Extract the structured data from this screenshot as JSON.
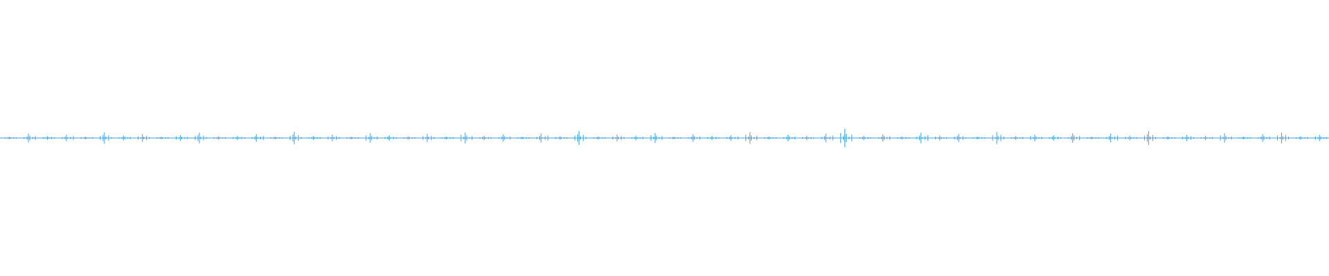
{
  "waveform": {
    "color": "#3aa0e8",
    "background": "#ffffff",
    "peaks": [
      0.1,
      0.45,
      0.2,
      0.35,
      0.15,
      0.6,
      0.25,
      0.4,
      0.12,
      0.3,
      0.55,
      0.18,
      0.22,
      0.4,
      0.15,
      0.65,
      0.2,
      0.35,
      0.12,
      0.5,
      0.28,
      0.18,
      0.42,
      0.16,
      0.58,
      0.22,
      0.38,
      0.14,
      0.48,
      0.2,
      0.7,
      0.18,
      0.36,
      0.25,
      0.52,
      0.15,
      0.4,
      0.22,
      0.3,
      0.6,
      0.16,
      0.34,
      0.2,
      0.46,
      0.95,
      0.22,
      0.38,
      0.18,
      0.55,
      0.26,
      0.42,
      0.14,
      0.62,
      0.2,
      0.36,
      0.28,
      0.5,
      0.16,
      0.44,
      0.24,
      0.7,
      0.18,
      0.34,
      0.22,
      0.48,
      0.15,
      0.4,
      0.58,
      0.2,
      0.32
    ]
  }
}
